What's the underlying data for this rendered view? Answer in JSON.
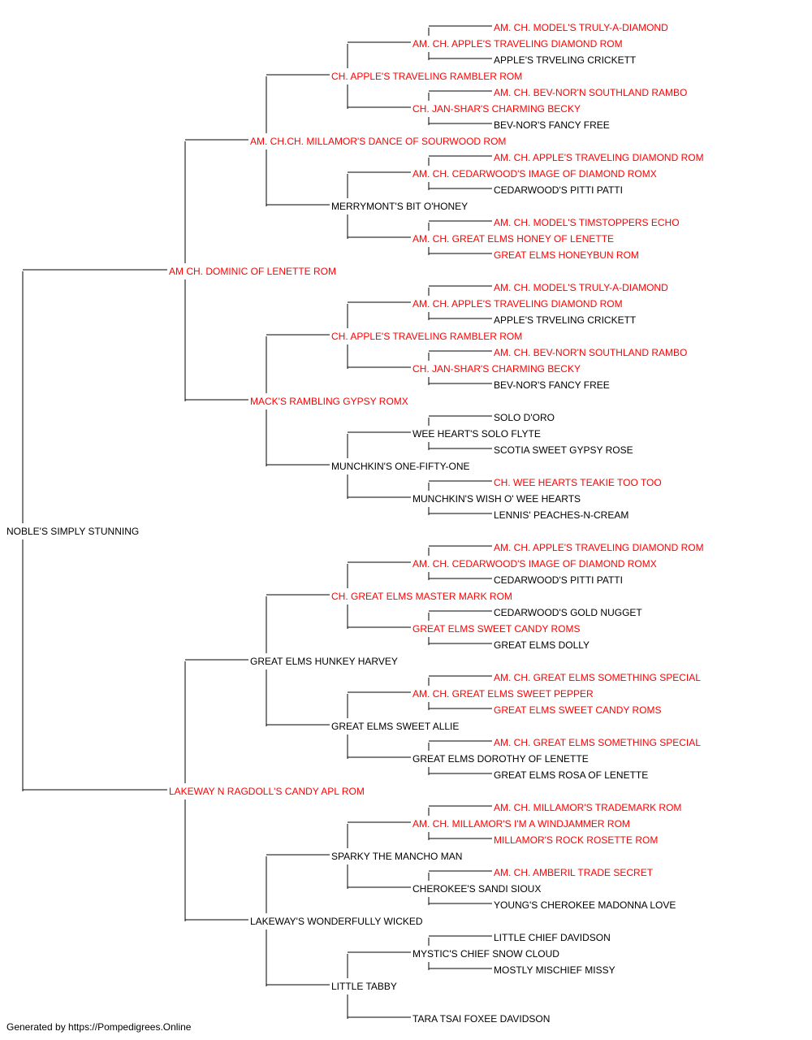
{
  "colors": {
    "champion": "#ff0000",
    "regular": "#000000",
    "line": "#000000"
  },
  "footer": "Generated by https://Pompedigrees.Online",
  "pedigree": {
    "name": "NOBLE'S SIMPLY STUNNING",
    "champion": false,
    "sire": {
      "name": "AM CH. DOMINIC OF LENETTE ROM",
      "champion": true,
      "sire": {
        "name": "AM. CH.CH. MILLAMOR'S DANCE OF SOURWOOD ROM",
        "champion": true,
        "sire": {
          "name": "CH. APPLE'S TRAVELING RAMBLER ROM",
          "champion": true,
          "sire": {
            "name": "AM. CH. APPLE'S TRAVELING DIAMOND ROM",
            "champion": true,
            "sire": {
              "name": "AM. CH. MODEL'S TRULY-A-DIAMOND",
              "champion": true
            },
            "dam": {
              "name": "APPLE'S TRVELING CRICKETT",
              "champion": false
            }
          },
          "dam": {
            "name": "CH. JAN-SHAR'S CHARMING BECKY",
            "champion": true,
            "sire": {
              "name": "AM. CH. BEV-NOR'N SOUTHLAND RAMBO",
              "champion": true
            },
            "dam": {
              "name": "BEV-NOR'S FANCY FREE",
              "champion": false
            }
          }
        },
        "dam": {
          "name": "MERRYMONT'S BIT O'HONEY",
          "champion": false,
          "sire": {
            "name": "AM. CH. CEDARWOOD'S IMAGE OF DIAMOND ROMX",
            "champion": true,
            "sire": {
              "name": "AM. CH. APPLE'S TRAVELING DIAMOND ROM",
              "champion": true
            },
            "dam": {
              "name": "CEDARWOOD'S PITTI PATTI",
              "champion": false
            }
          },
          "dam": {
            "name": "AM. CH. GREAT ELMS HONEY OF LENETTE",
            "champion": true,
            "sire": {
              "name": "AM. CH. MODEL'S TIMSTOPPERS ECHO",
              "champion": true
            },
            "dam": {
              "name": "GREAT ELMS HONEYBUN ROM",
              "champion": true
            }
          }
        }
      },
      "dam": {
        "name": "MACK'S RAMBLING GYPSY ROMX",
        "champion": true,
        "sire": {
          "name": "CH. APPLE'S TRAVELING RAMBLER ROM",
          "champion": true,
          "sire": {
            "name": "AM. CH. APPLE'S TRAVELING DIAMOND ROM",
            "champion": true,
            "sire": {
              "name": "AM. CH. MODEL'S TRULY-A-DIAMOND",
              "champion": true
            },
            "dam": {
              "name": "APPLE'S TRVELING CRICKETT",
              "champion": false
            }
          },
          "dam": {
            "name": "CH. JAN-SHAR'S CHARMING BECKY",
            "champion": true,
            "sire": {
              "name": "AM. CH. BEV-NOR'N SOUTHLAND RAMBO",
              "champion": true
            },
            "dam": {
              "name": "BEV-NOR'S FANCY FREE",
              "champion": false
            }
          }
        },
        "dam": {
          "name": "MUNCHKIN'S ONE-FIFTY-ONE",
          "champion": false,
          "sire": {
            "name": "WEE HEART'S SOLO FLYTE",
            "champion": false,
            "sire": {
              "name": "SOLO D'ORO",
              "champion": false
            },
            "dam": {
              "name": "SCOTIA SWEET GYPSY ROSE",
              "champion": false
            }
          },
          "dam": {
            "name": "MUNCHKIN'S WISH O' WEE HEARTS",
            "champion": false,
            "sire": {
              "name": "CH. WEE HEARTS TEAKIE TOO TOO",
              "champion": true
            },
            "dam": {
              "name": "LENNIS' PEACHES-N-CREAM",
              "champion": false
            }
          }
        }
      }
    },
    "dam": {
      "name": "LAKEWAY N RAGDOLL'S CANDY APL ROM",
      "champion": true,
      "sire": {
        "name": "GREAT ELMS HUNKEY HARVEY",
        "champion": false,
        "sire": {
          "name": "CH. GREAT ELMS MASTER MARK ROM",
          "champion": true,
          "sire": {
            "name": "AM. CH. CEDARWOOD'S IMAGE OF DIAMOND ROMX",
            "champion": true,
            "sire": {
              "name": "AM. CH. APPLE'S TRAVELING DIAMOND ROM",
              "champion": true
            },
            "dam": {
              "name": "CEDARWOOD'S PITTI PATTI",
              "champion": false
            }
          },
          "dam": {
            "name": "GREAT ELMS SWEET CANDY ROMS",
            "champion": true,
            "sire": {
              "name": "CEDARWOOD'S GOLD NUGGET",
              "champion": false
            },
            "dam": {
              "name": "GREAT ELMS DOLLY",
              "champion": false
            }
          }
        },
        "dam": {
          "name": "GREAT ELMS SWEET ALLIE",
          "champion": false,
          "sire": {
            "name": "AM. CH. GREAT ELMS SWEET PEPPER",
            "champion": true,
            "sire": {
              "name": "AM. CH. GREAT ELMS SOMETHING SPECIAL",
              "champion": true
            },
            "dam": {
              "name": "GREAT ELMS SWEET CANDY ROMS",
              "champion": true
            }
          },
          "dam": {
            "name": "GREAT ELMS DOROTHY OF LENETTE",
            "champion": false,
            "sire": {
              "name": "AM. CH. GREAT ELMS SOMETHING SPECIAL",
              "champion": true
            },
            "dam": {
              "name": "GREAT ELMS ROSA OF LENETTE",
              "champion": false
            }
          }
        }
      },
      "dam": {
        "name": "LAKEWAY'S WONDERFULLY WICKED",
        "champion": false,
        "sire": {
          "name": "SPARKY THE MANCHO MAN",
          "champion": false,
          "sire": {
            "name": "AM. CH. MILLAMOR'S I'M A WINDJAMMER ROM",
            "champion": true,
            "sire": {
              "name": "AM. CH. MILLAMOR'S TRADEMARK ROM",
              "champion": true
            },
            "dam": {
              "name": "MILLAMOR'S ROCK ROSETTE ROM",
              "champion": true
            }
          },
          "dam": {
            "name": "CHEROKEE'S SANDI SIOUX",
            "champion": false,
            "sire": {
              "name": "AM. CH. AMBERIL TRADE SECRET",
              "champion": true
            },
            "dam": {
              "name": "YOUNG'S CHEROKEE MADONNA LOVE",
              "champion": false
            }
          }
        },
        "dam": {
          "name": "LITTLE TABBY",
          "champion": false,
          "sire": {
            "name": "MYSTIC'S CHIEF SNOW CLOUD",
            "champion": false,
            "sire": {
              "name": "LITTLE CHIEF DAVIDSON",
              "champion": false
            },
            "dam": {
              "name": "MOSTLY MISCHIEF MISSY",
              "champion": false
            }
          },
          "dam": {
            "name": "TARA TSAI FOXEE DAVIDSON",
            "champion": false
          }
        }
      }
    }
  }
}
